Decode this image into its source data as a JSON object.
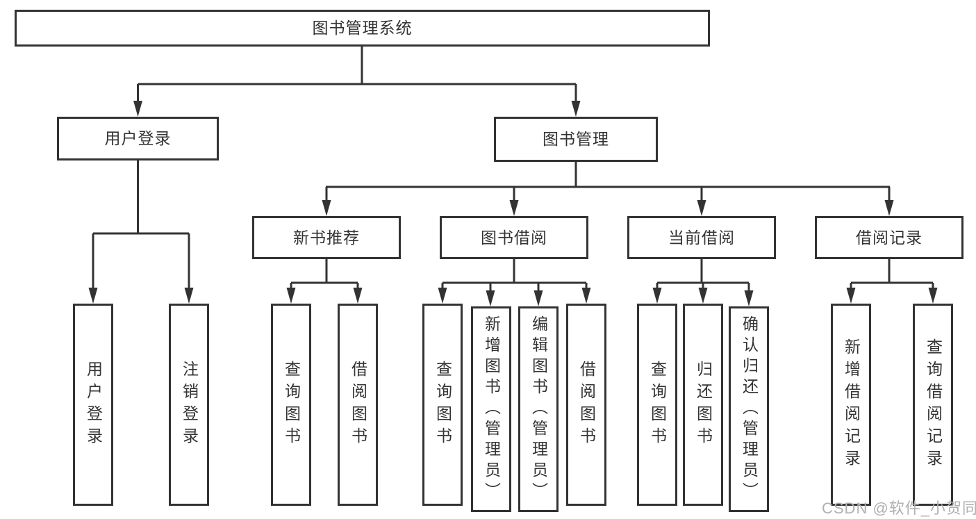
{
  "diagram_title": "图书管理系统",
  "nodes": {
    "root": "图书管理系统",
    "user_login": "用户登录",
    "book_mgmt": "图书管理",
    "new_book_rec": "新书推荐",
    "book_borrow": "图书借阅",
    "current_borrow": "当前借阅",
    "borrow_record": "借阅记录",
    "v_user_login": "用户登录",
    "v_logout": "注销登录",
    "v_query_book_1": "查询图书",
    "v_borrow_book_1": "借阅图书",
    "v_query_book_2": "查询图书",
    "v_add_book_admin": "新增图书（管理员）",
    "v_edit_book_admin": "编辑图书（管理员）",
    "v_borrow_book_2": "借阅图书",
    "v_query_book_3": "查询图书",
    "v_return_book": "归还图书",
    "v_confirm_return_admin": "确认归还（管理员）",
    "v_add_borrow_record": "新增借阅记录",
    "v_query_borrow_record": "查询借阅记录"
  },
  "hierarchy": {
    "图书管理系统": {
      "用户登录": [
        "用户登录",
        "注销登录"
      ],
      "图书管理": {
        "新书推荐": [
          "查询图书",
          "借阅图书"
        ],
        "图书借阅": [
          "查询图书",
          "新增图书（管理员）",
          "编辑图书（管理员）",
          "借阅图书"
        ],
        "当前借阅": [
          "查询图书",
          "归还图书",
          "确认归还（管理员）"
        ],
        "借阅记录": [
          "新增借阅记录",
          "查询借阅记录"
        ]
      }
    }
  },
  "watermark": "CSDN @软件_小贺同学",
  "colors": {
    "line": "#333333",
    "text": "#333333",
    "box_background": "#ffffff",
    "watermark": "#b0b0b0",
    "background": "#ffffff"
  }
}
